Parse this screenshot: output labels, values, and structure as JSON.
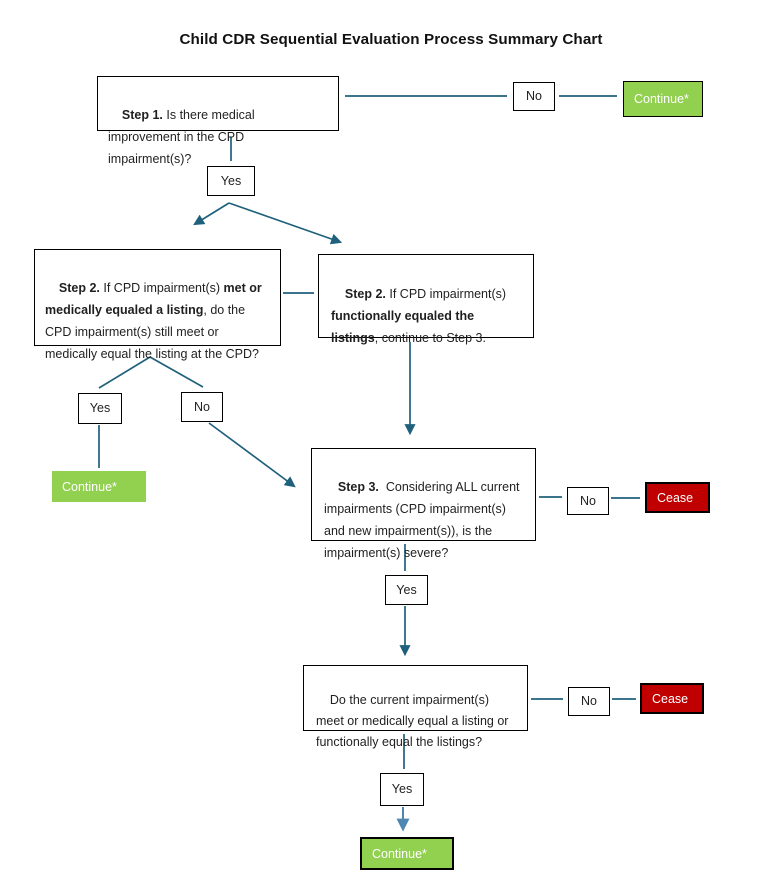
{
  "title": "Child CDR Sequential Evaluation Process Summary Chart",
  "colors": {
    "continue_green": "#92D050",
    "cease_red": "#C00000",
    "connector_dark": "#1F617C",
    "connector_light": "#4D87B2",
    "box_border": "#000000",
    "text": "#1F1F1F"
  },
  "labels": {
    "yes": "Yes",
    "no": "No",
    "continue": "Continue*",
    "cease": "Cease"
  },
  "nodes": {
    "step1": {
      "parts": [
        {
          "text": "Step 1.",
          "bold": true
        },
        {
          "text": " Is there medical improvement in the CPD impairment(s)?",
          "bold": false
        }
      ]
    },
    "step2_left": {
      "parts": [
        {
          "text": "Step 2.",
          "bold": true
        },
        {
          "text": " If CPD impairment(s) ",
          "bold": false
        },
        {
          "text": "met or medically equaled a listing",
          "bold": true
        },
        {
          "text": ", do the CPD impairment(s) still meet or medically equal the listing at the CPD?",
          "bold": false
        }
      ]
    },
    "step2_right": {
      "parts": [
        {
          "text": "Step 2.",
          "bold": true
        },
        {
          "text": " If CPD impairment(s) ",
          "bold": false
        },
        {
          "text": "functionally equaled the listings",
          "bold": true
        },
        {
          "text": ", continue to Step 3.",
          "bold": false
        }
      ]
    },
    "step3": {
      "parts": [
        {
          "text": "Step 3.",
          "bold": true
        },
        {
          "text": "  Considering ALL current impairments (CPD impairment(s) and new impairment(s)), is the impairment(s) severe?",
          "bold": false
        }
      ]
    },
    "final_question": {
      "parts": [
        {
          "text": "Do the current impairment(s) meet or medically equal a listing or functionally equal the listings?",
          "bold": false
        }
      ]
    }
  }
}
